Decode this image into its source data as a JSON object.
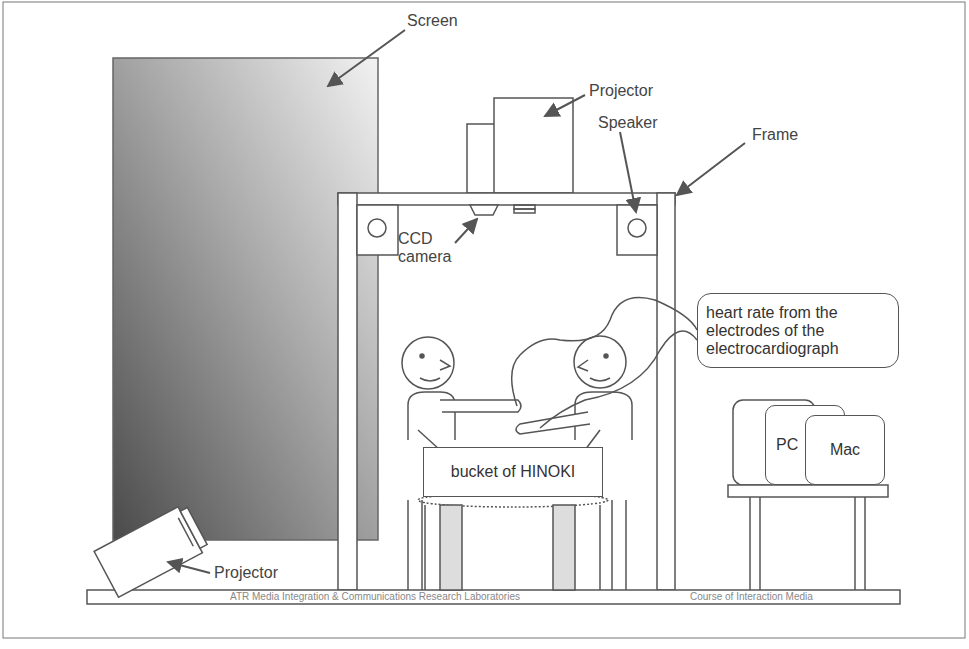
{
  "diagram": {
    "nodes": [
      {
        "text": [
          "heart rate from the electrodes of the electrocardiograph"
        ]
      },
      {
        "text": [
          "bucket of HINOKI"
        ]
      },
      {
        "text": [
          "PC"
        ]
      },
      {
        "text": [
          "Mac"
        ]
      }
    ],
    "labels": [
      "Screen",
      "Projector",
      "Speaker",
      "Frame",
      "CCD camera",
      "Projector",
      "ATR Media Integration & Communications Research Laboratories",
      "Course of Interaction Media"
    ]
  }
}
